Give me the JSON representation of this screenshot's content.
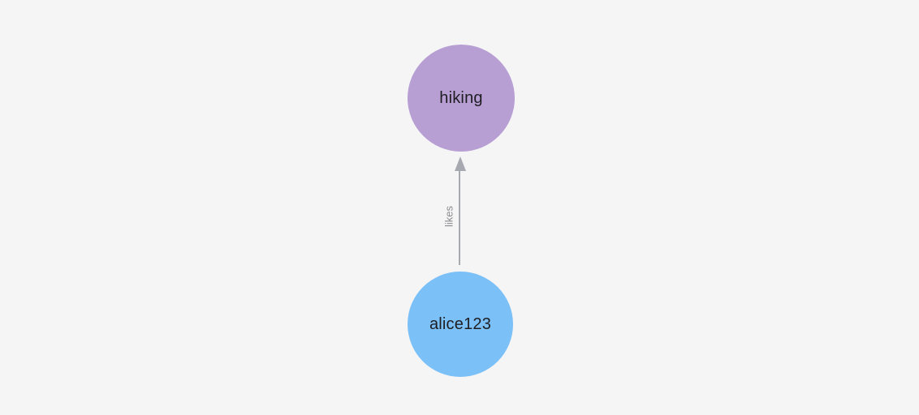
{
  "canvas": {
    "background": "#f5f5f6"
  },
  "nodes": [
    {
      "id": "hiking",
      "label": "hiking",
      "color": "#b79ed3",
      "text_color": "#1e1e22"
    },
    {
      "id": "alice123",
      "label": "alice123",
      "color": "#7cc0f8",
      "text_color": "#1e1e22"
    }
  ],
  "edges": [
    {
      "label": "likes",
      "source": "alice123",
      "target": "hiking",
      "direction": "up",
      "color": "#a7a9b1",
      "label_color": "#8b8b90"
    }
  ]
}
